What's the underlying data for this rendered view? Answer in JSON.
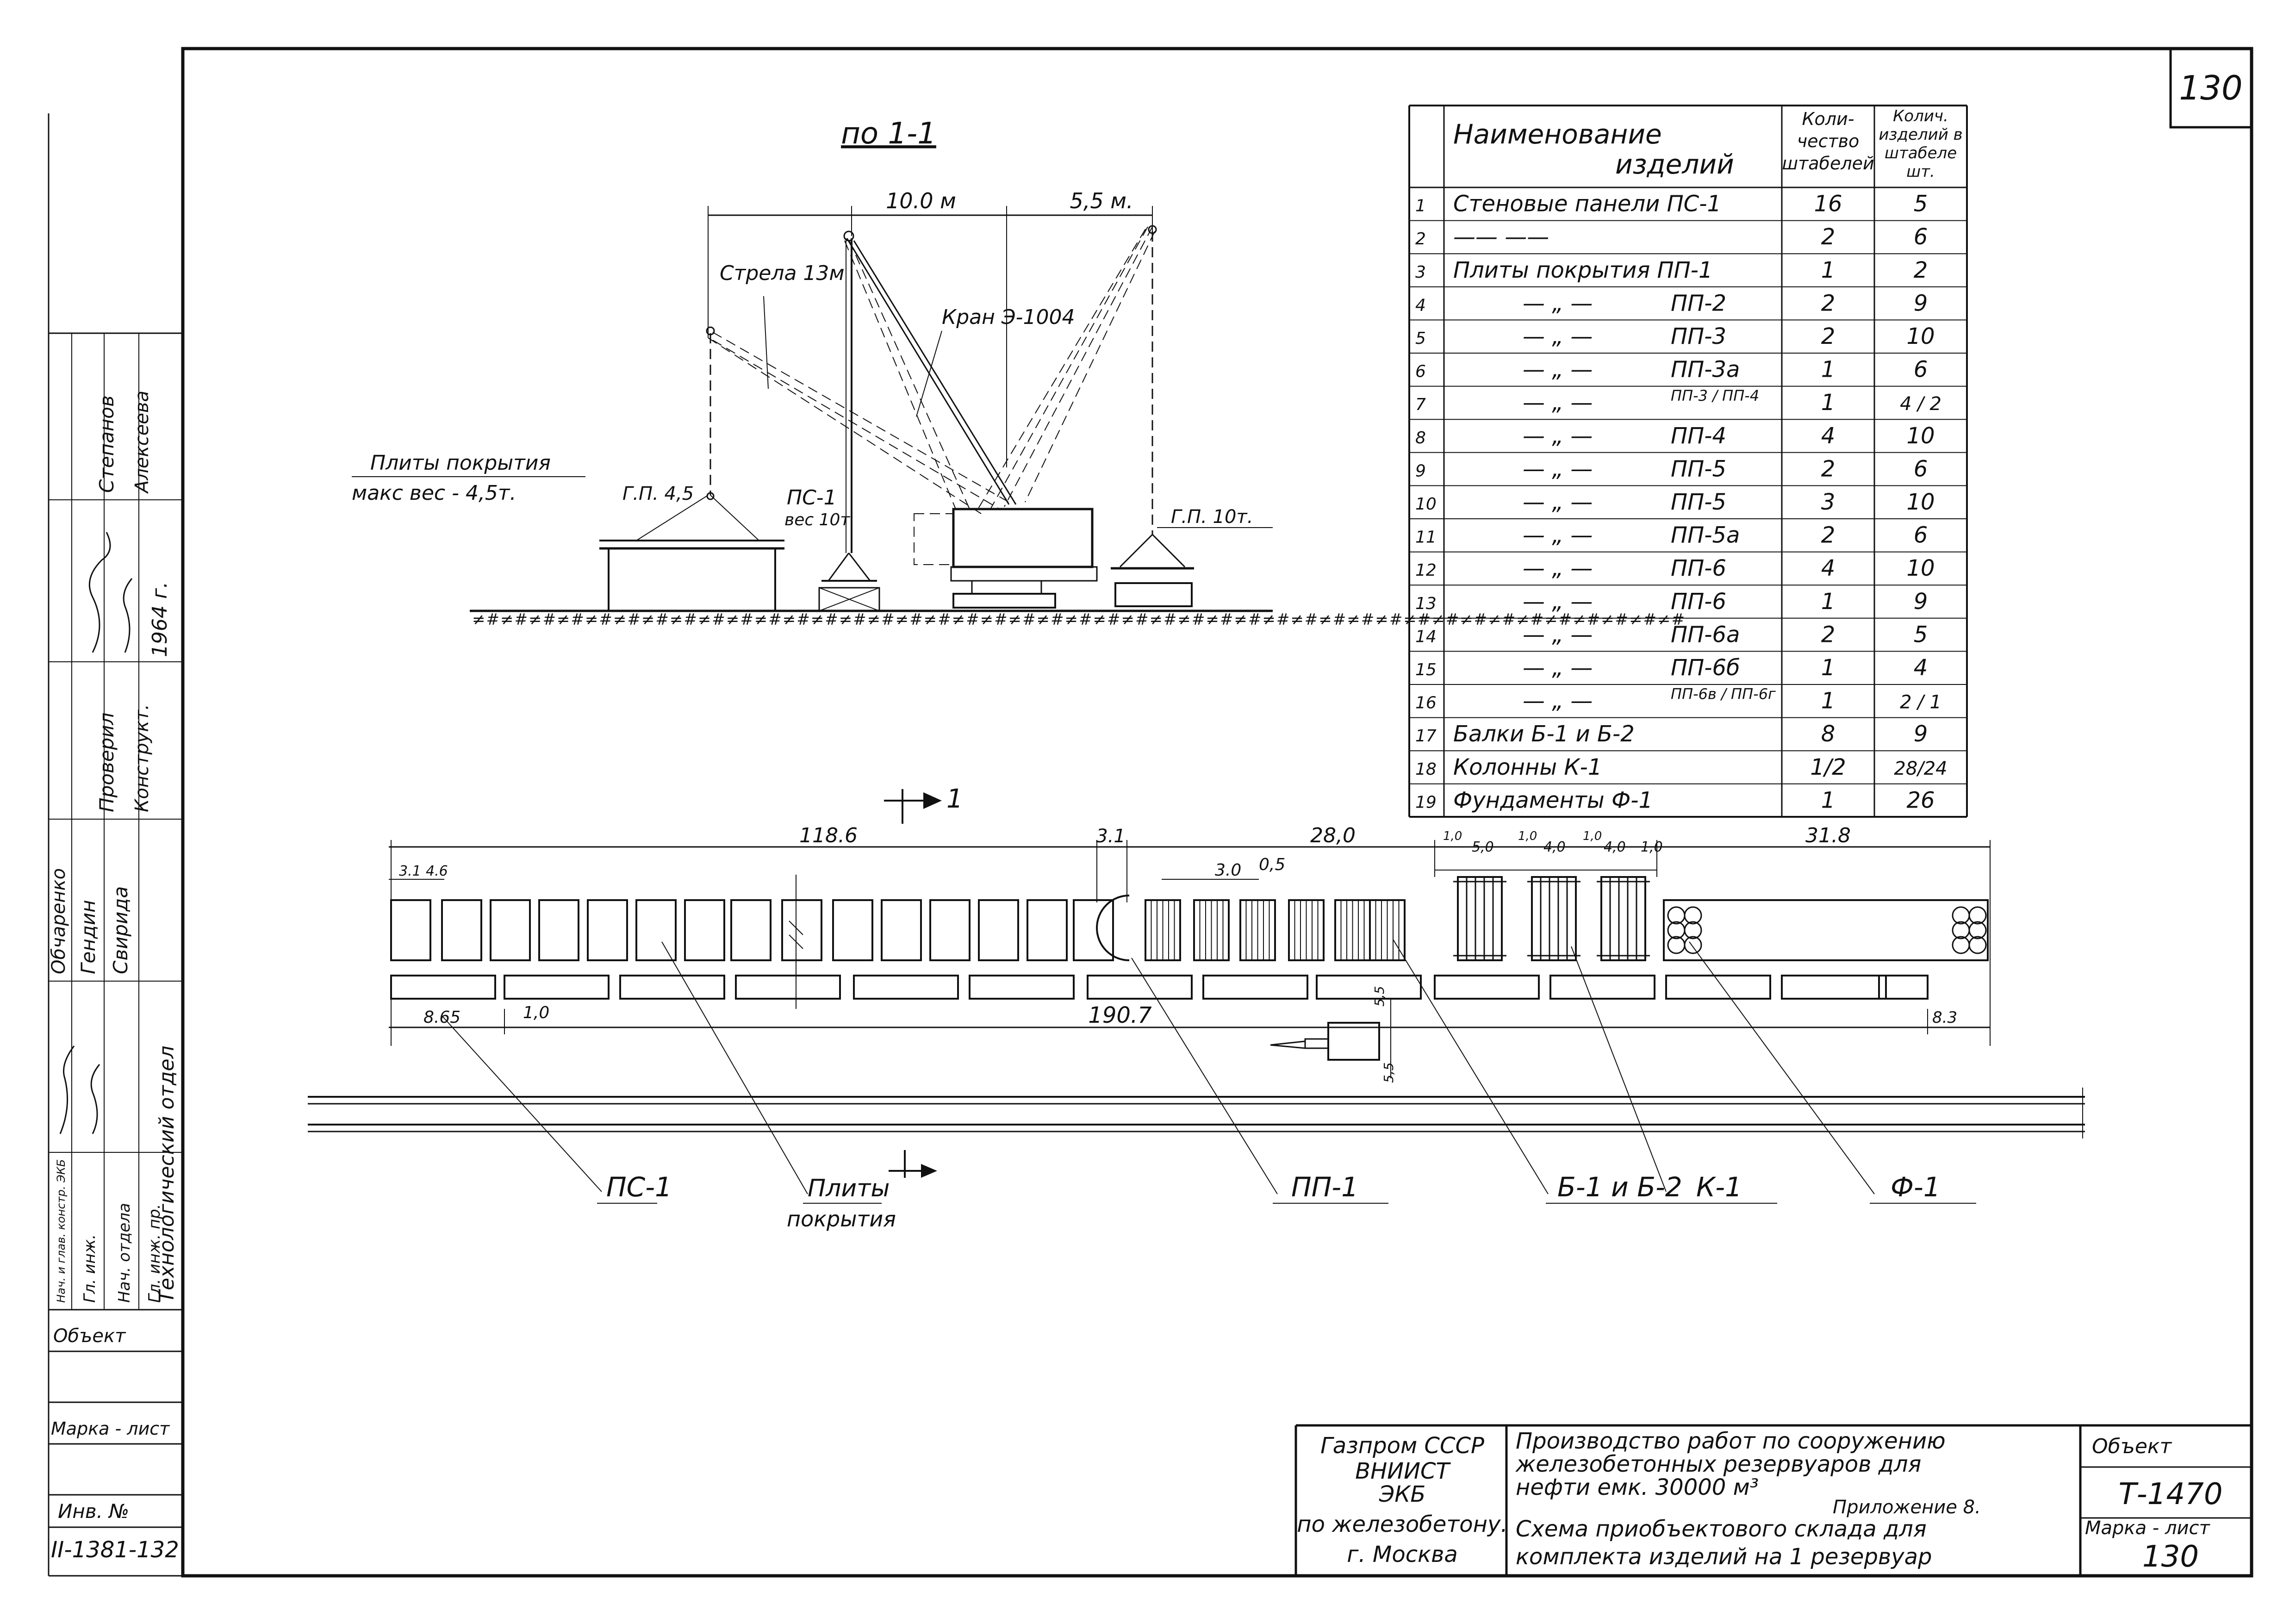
{
  "sheet_number": "130",
  "section": {
    "title": "по 1-1",
    "dim_boom_reach": "10.0 м",
    "dim_outreach": "5,5 м.",
    "label_boom": "Стрела 13м",
    "label_crane": "Кран Э-1004",
    "label_slabs_line1": "Плиты покрытия",
    "label_slabs_line2": "макс вес - 4,5т.",
    "label_hook_left": "Г.П. 4,5",
    "label_ps_name": "ПС-1",
    "label_ps_weight": "вес 10т",
    "label_hook_right": "Г.П. 10т."
  },
  "table": {
    "header_name_line1": "Наименование",
    "header_name_line2": "изделий",
    "header_count_line1": "Коли-",
    "header_count_line2": "чество",
    "header_count_line3": "штабелей",
    "header_items_line1": "Колич.",
    "header_items_line2": "изделий в",
    "header_items_line3": "штабеле",
    "header_items_line4": "шт.",
    "rows": [
      {
        "n": "1",
        "name": "Стеновые панели ПС-1",
        "mark": "",
        "stacks": "16",
        "items": "5"
      },
      {
        "n": "2",
        "name": "——   ——",
        "mark": "",
        "stacks": "2",
        "items": "6"
      },
      {
        "n": "3",
        "name": "Плиты покрытия ПП-1",
        "mark": "",
        "stacks": "1",
        "items": "2"
      },
      {
        "n": "4",
        "name": "— „ —",
        "mark": "ПП-2",
        "stacks": "2",
        "items": "9"
      },
      {
        "n": "5",
        "name": "— „ —",
        "mark": "ПП-3",
        "stacks": "2",
        "items": "10"
      },
      {
        "n": "6",
        "name": "— „ —",
        "mark": "ПП-3а",
        "stacks": "1",
        "items": "6"
      },
      {
        "n": "7",
        "name": "— „ —",
        "mark": "ПП-3 / ПП-4",
        "stacks": "1",
        "items": "4 / 2"
      },
      {
        "n": "8",
        "name": "— „ —",
        "mark": "ПП-4",
        "stacks": "4",
        "items": "10"
      },
      {
        "n": "9",
        "name": "— „ —",
        "mark": "ПП-5",
        "stacks": "2",
        "items": "6"
      },
      {
        "n": "10",
        "name": "— „ —",
        "mark": "ПП-5",
        "stacks": "3",
        "items": "10"
      },
      {
        "n": "11",
        "name": "— „ —",
        "mark": "ПП-5а",
        "stacks": "2",
        "items": "6"
      },
      {
        "n": "12",
        "name": "— „ —",
        "mark": "ПП-6",
        "stacks": "4",
        "items": "10"
      },
      {
        "n": "13",
        "name": "— „ —",
        "mark": "ПП-6",
        "stacks": "1",
        "items": "9"
      },
      {
        "n": "14",
        "name": "— „ —",
        "mark": "ПП-6а",
        "stacks": "2",
        "items": "5"
      },
      {
        "n": "15",
        "name": "— „ —",
        "mark": "ПП-6б",
        "stacks": "1",
        "items": "4"
      },
      {
        "n": "16",
        "name": "— „ —",
        "mark": "ПП-6в / ПП-6г",
        "stacks": "1",
        "items": "2 / 1"
      },
      {
        "n": "17",
        "name": "Балки Б-1 и Б-2",
        "mark": "",
        "stacks": "8",
        "items": "9"
      },
      {
        "n": "18",
        "name": "Колонны К-1",
        "mark": "",
        "stacks": "1/2",
        "items": "28/24"
      },
      {
        "n": "19",
        "name": "Фундаменты Ф-1",
        "mark": "",
        "stacks": "1",
        "items": "26"
      }
    ]
  },
  "plan": {
    "section_mark": "1",
    "dim_total_top": "118.6",
    "dim_gap": "3.1",
    "dim_mid": "28,0",
    "dim_right": "31.8",
    "dim_ps_a": "3.1",
    "dim_ps_b": "4.6",
    "dim_pp_a": "3.0",
    "dim_pp_b": "0,5",
    "dim_col_1": "1,0",
    "dim_col_2": "5,0",
    "dim_col_3": "1,0",
    "dim_col_4": "4,0",
    "dim_col_5": "1,0",
    "dim_col_6": "4,0",
    "dim_col_7": "1,0",
    "dim_beam_left": "8.65",
    "dim_beam_gap": "1,0",
    "dim_total_bottom": "190.7",
    "dim_right_bottom": "8.3",
    "dim_crane_1": "5,5",
    "dim_crane_2": "5,5",
    "leader_ps": "ПС-1",
    "leader_slabs_line1": "Плиты",
    "leader_slabs_line2": "покрытия",
    "leader_pp": "ПП-1",
    "leader_beams": "Б-1 и Б-2",
    "leader_columns": "К-1",
    "leader_foundations": "Ф-1"
  },
  "left_stamp": {
    "r1_role": "Нач. и глав. констр. ЭКБ",
    "r1_name": "Обчаренко",
    "r2_role": "Гл. инж.",
    "r2_name": "Гендин",
    "r3_role": "Нач. отдела",
    "r3_name": "Проверил",
    "r3_name2": "Степанов",
    "r4_role": "Гл. инж. пр.",
    "r4_name": "Свирида",
    "r4_name2": "Конструкт.",
    "r4_name3": "Алексеева",
    "dept": "Технологический отдел",
    "year": "1964 г.",
    "object_label": "Объект",
    "mark_label": "Марка - лист",
    "inv_label": "Инв. №",
    "inv_number": "II-1381-132"
  },
  "title_block": {
    "org_line1": "Газпром СССР",
    "org_line2": "ВНИИСТ",
    "org_line3": "ЭКБ",
    "org_line4": "по железобетону.",
    "org_line5": "г. Москва",
    "title_line1": "Производство работ по сооружению",
    "title_line2": "железобетонных резервуаров для",
    "title_line3": "нефти емк. 30000 м³",
    "appendix": "Приложение 8.",
    "subtitle_line1": "Схема приобъектового склада для",
    "subtitle_line2": "комплекта изделий на 1 резервуар",
    "object_label": "Объект",
    "object_code": "Т-1470",
    "mark_label": "Марка - лист",
    "mark_value": "130"
  }
}
